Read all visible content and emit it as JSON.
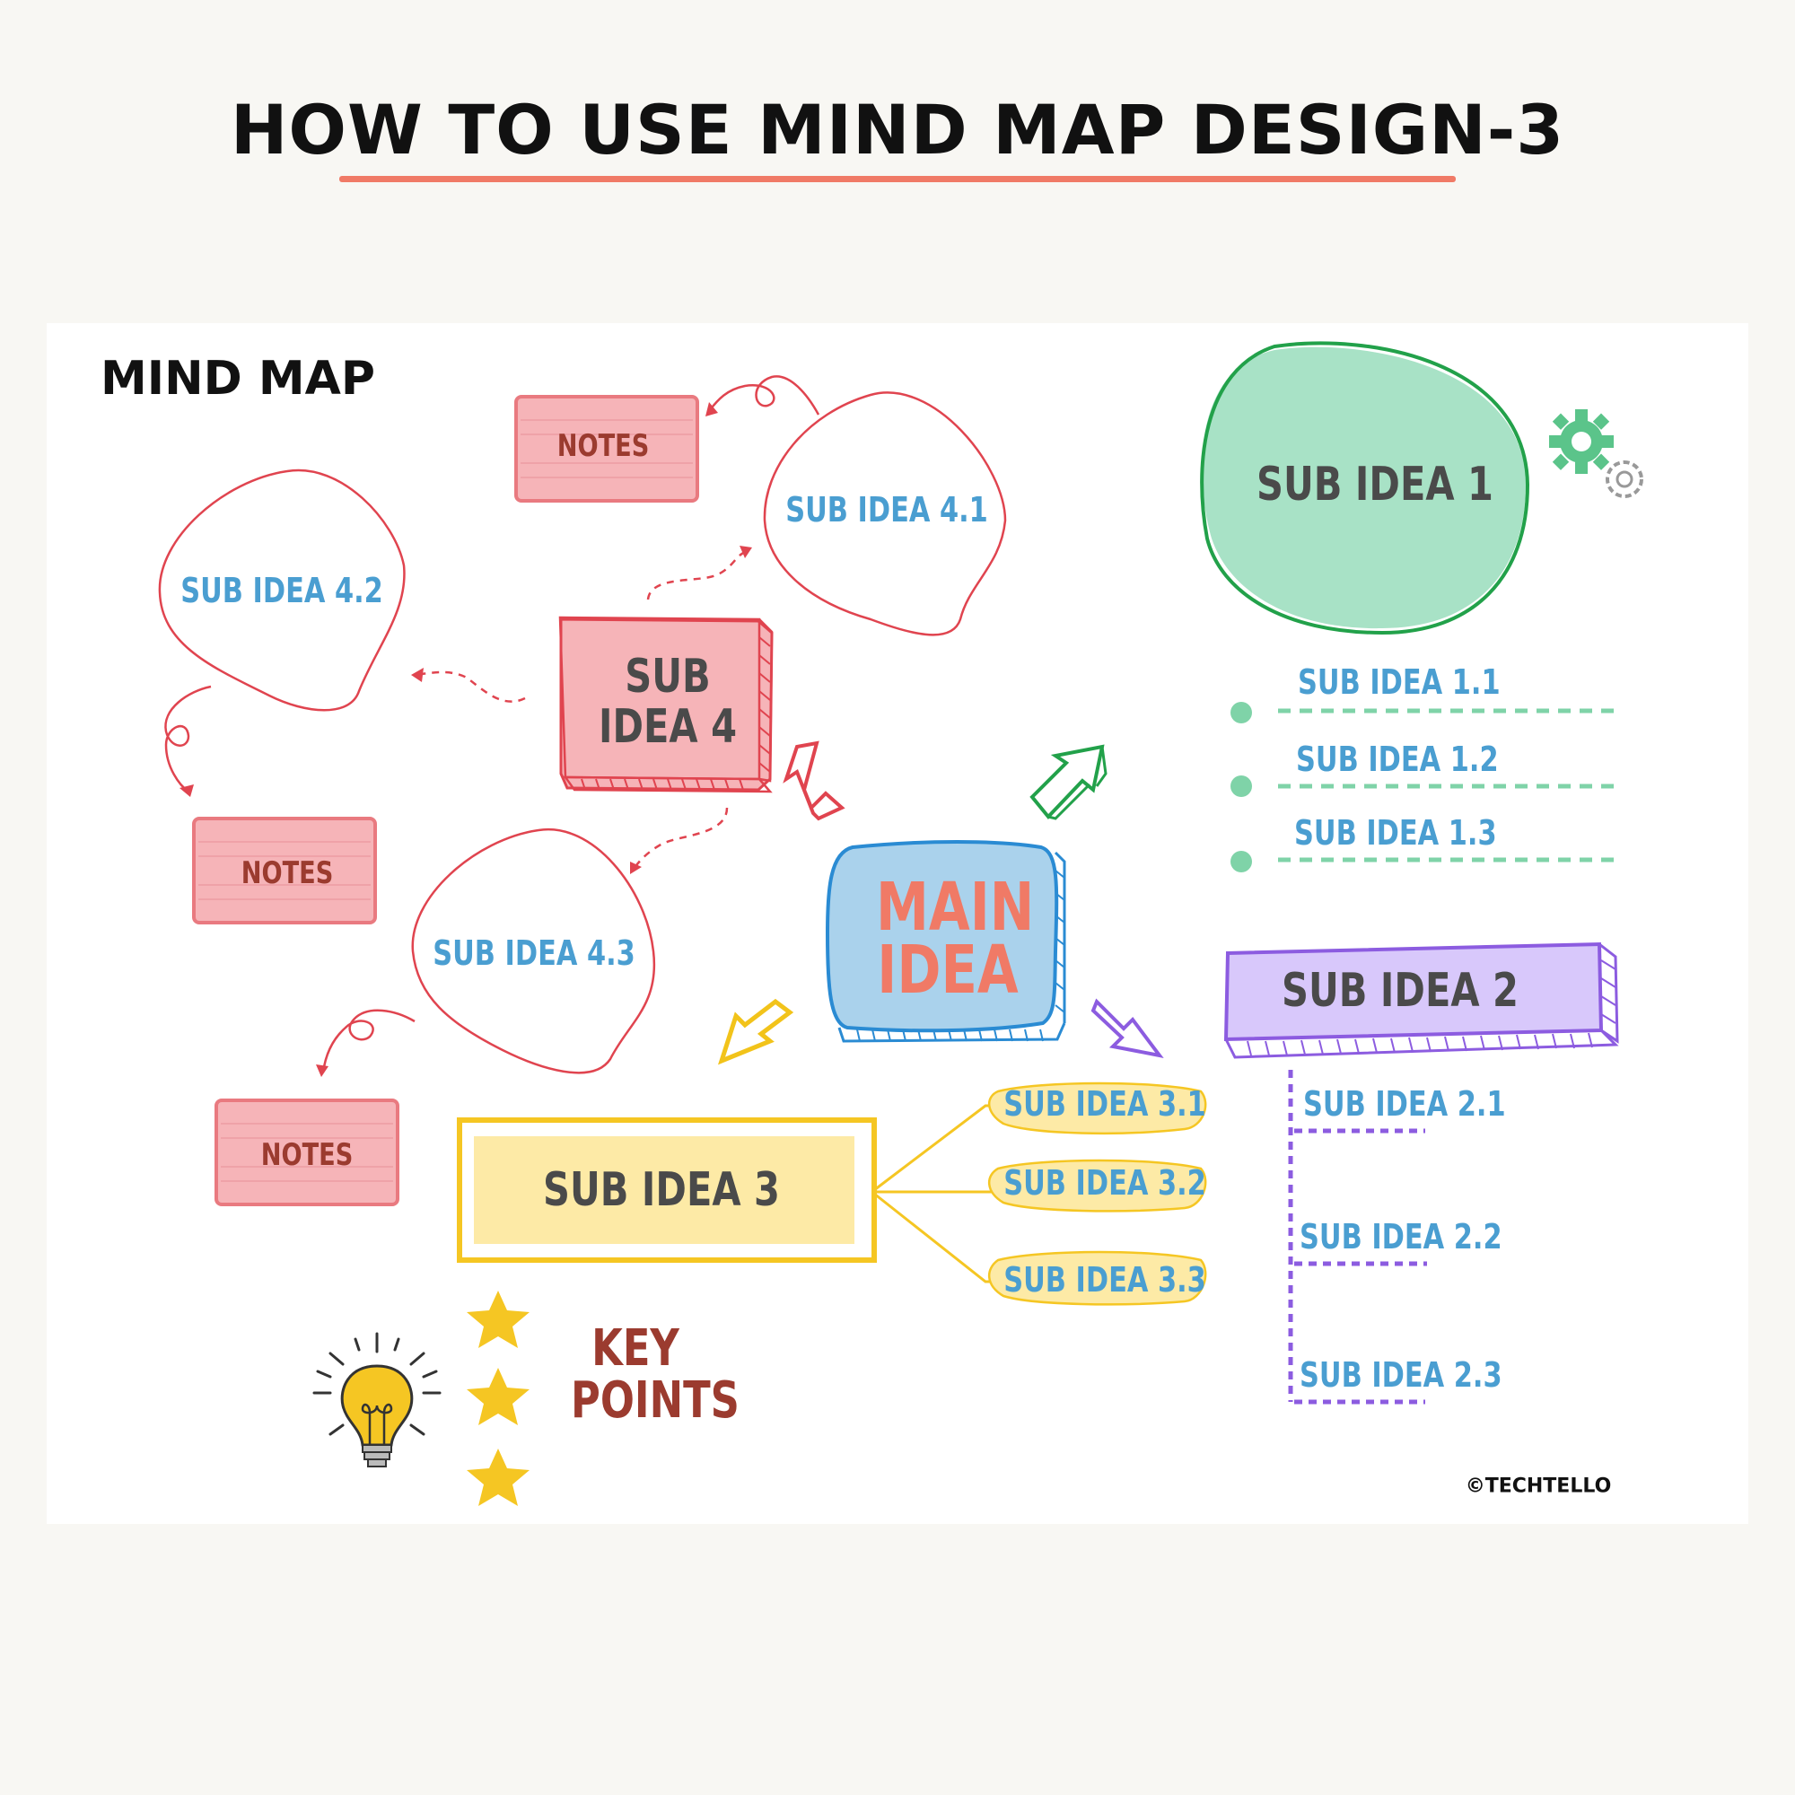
{
  "page": {
    "title": "HOW TO USE MIND MAP DESIGN-3",
    "underline_color": "#f07a66"
  },
  "canvas": {
    "heading": "MIND MAP",
    "main_idea": "MAIN IDEA",
    "sub_idea_1": {
      "label": "SUB IDEA 1",
      "color": "#a8e2c6",
      "children": [
        "SUB IDEA 1.1",
        "SUB IDEA 1.2",
        "SUB IDEA 1.3"
      ]
    },
    "sub_idea_2": {
      "label": "SUB IDEA 2",
      "color": "#d8c8fb",
      "children": [
        "SUB IDEA 2.1",
        "SUB IDEA 2.2",
        "SUB IDEA 2.3"
      ]
    },
    "sub_idea_3": {
      "label": "SUB IDEA 3",
      "color": "#fdeaa6",
      "children": [
        "SUB IDEA 3.1",
        "SUB IDEA 3.2",
        "SUB IDEA 3.3"
      ]
    },
    "sub_idea_4": {
      "label": "SUB IDEA 4",
      "color": "#f6b4b8",
      "children": [
        "SUB IDEA 4.1",
        "SUB IDEA 4.2",
        "SUB IDEA 4.3"
      ]
    },
    "notes": [
      "NOTES",
      "NOTES",
      "NOTES"
    ],
    "key_points": "KEY POINTS",
    "copyright": "©TECHTELLO",
    "icons": [
      "gear-icon",
      "lightbulb-icon",
      "star-icon",
      "arrow-icon"
    ]
  }
}
